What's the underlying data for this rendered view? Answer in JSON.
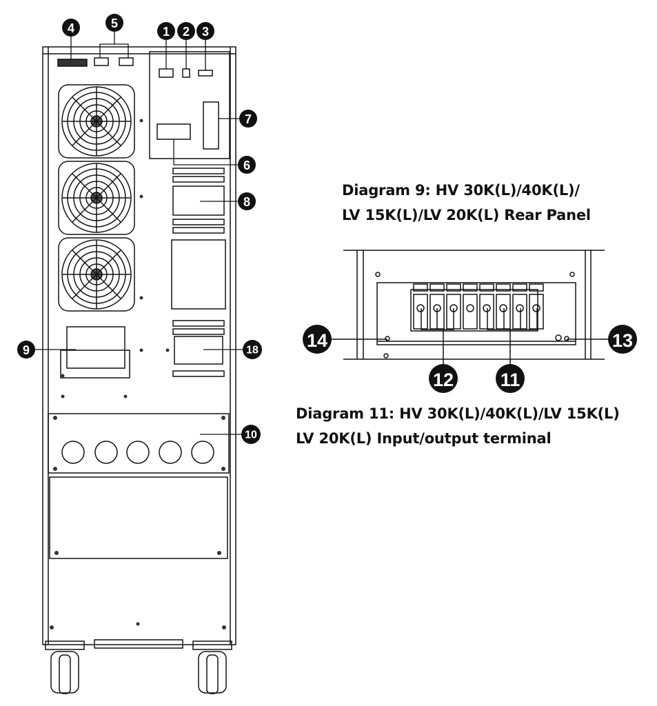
{
  "captions": {
    "rear_panel": [
      "Diagram 9: HV 30K(L)/40K(L)/",
      "LV 15K(L)/LV 20K(L) Rear Panel"
    ],
    "terminal": [
      "Diagram 11: HV 30K(L)/40K(L)/LV 15K(L)",
      "LV 20K(L) Input/output terminal"
    ]
  },
  "callouts": {
    "c1": "1",
    "c2": "2",
    "c3": "3",
    "c4": "4",
    "c5": "5",
    "c6": "6",
    "c7": "7",
    "c8": "8",
    "c9": "9",
    "c10": "10",
    "c18": "18",
    "c11": "11",
    "c12": "12",
    "c13": "13",
    "c14": "14"
  }
}
